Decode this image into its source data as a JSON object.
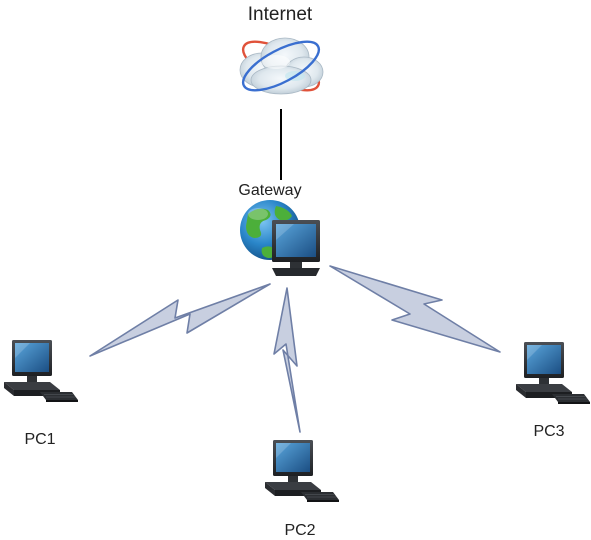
{
  "diagram": {
    "nodes": {
      "internet": {
        "label": "Internet",
        "icon": "cloud-icon"
      },
      "gateway": {
        "label": "Gateway",
        "icon": "globe-computer-icon"
      },
      "pc1": {
        "label": "PC1",
        "icon": "desktop-computer-icon"
      },
      "pc2": {
        "label": "PC2",
        "icon": "desktop-computer-icon"
      },
      "pc3": {
        "label": "PC3",
        "icon": "desktop-computer-icon"
      }
    },
    "connections": [
      {
        "from": "internet",
        "to": "gateway",
        "type": "wired"
      },
      {
        "from": "gateway",
        "to": "pc1",
        "type": "wireless"
      },
      {
        "from": "gateway",
        "to": "pc2",
        "type": "wireless"
      },
      {
        "from": "gateway",
        "to": "pc3",
        "type": "wireless"
      }
    ],
    "colors": {
      "wired_link": "#000000",
      "wireless_fill": "#c8cfe0",
      "wireless_stroke": "#6f7fa6",
      "monitor_screen": "#2a6fb0",
      "globe_ocean": "#2a86c9",
      "globe_land": "#4caf3a"
    }
  }
}
